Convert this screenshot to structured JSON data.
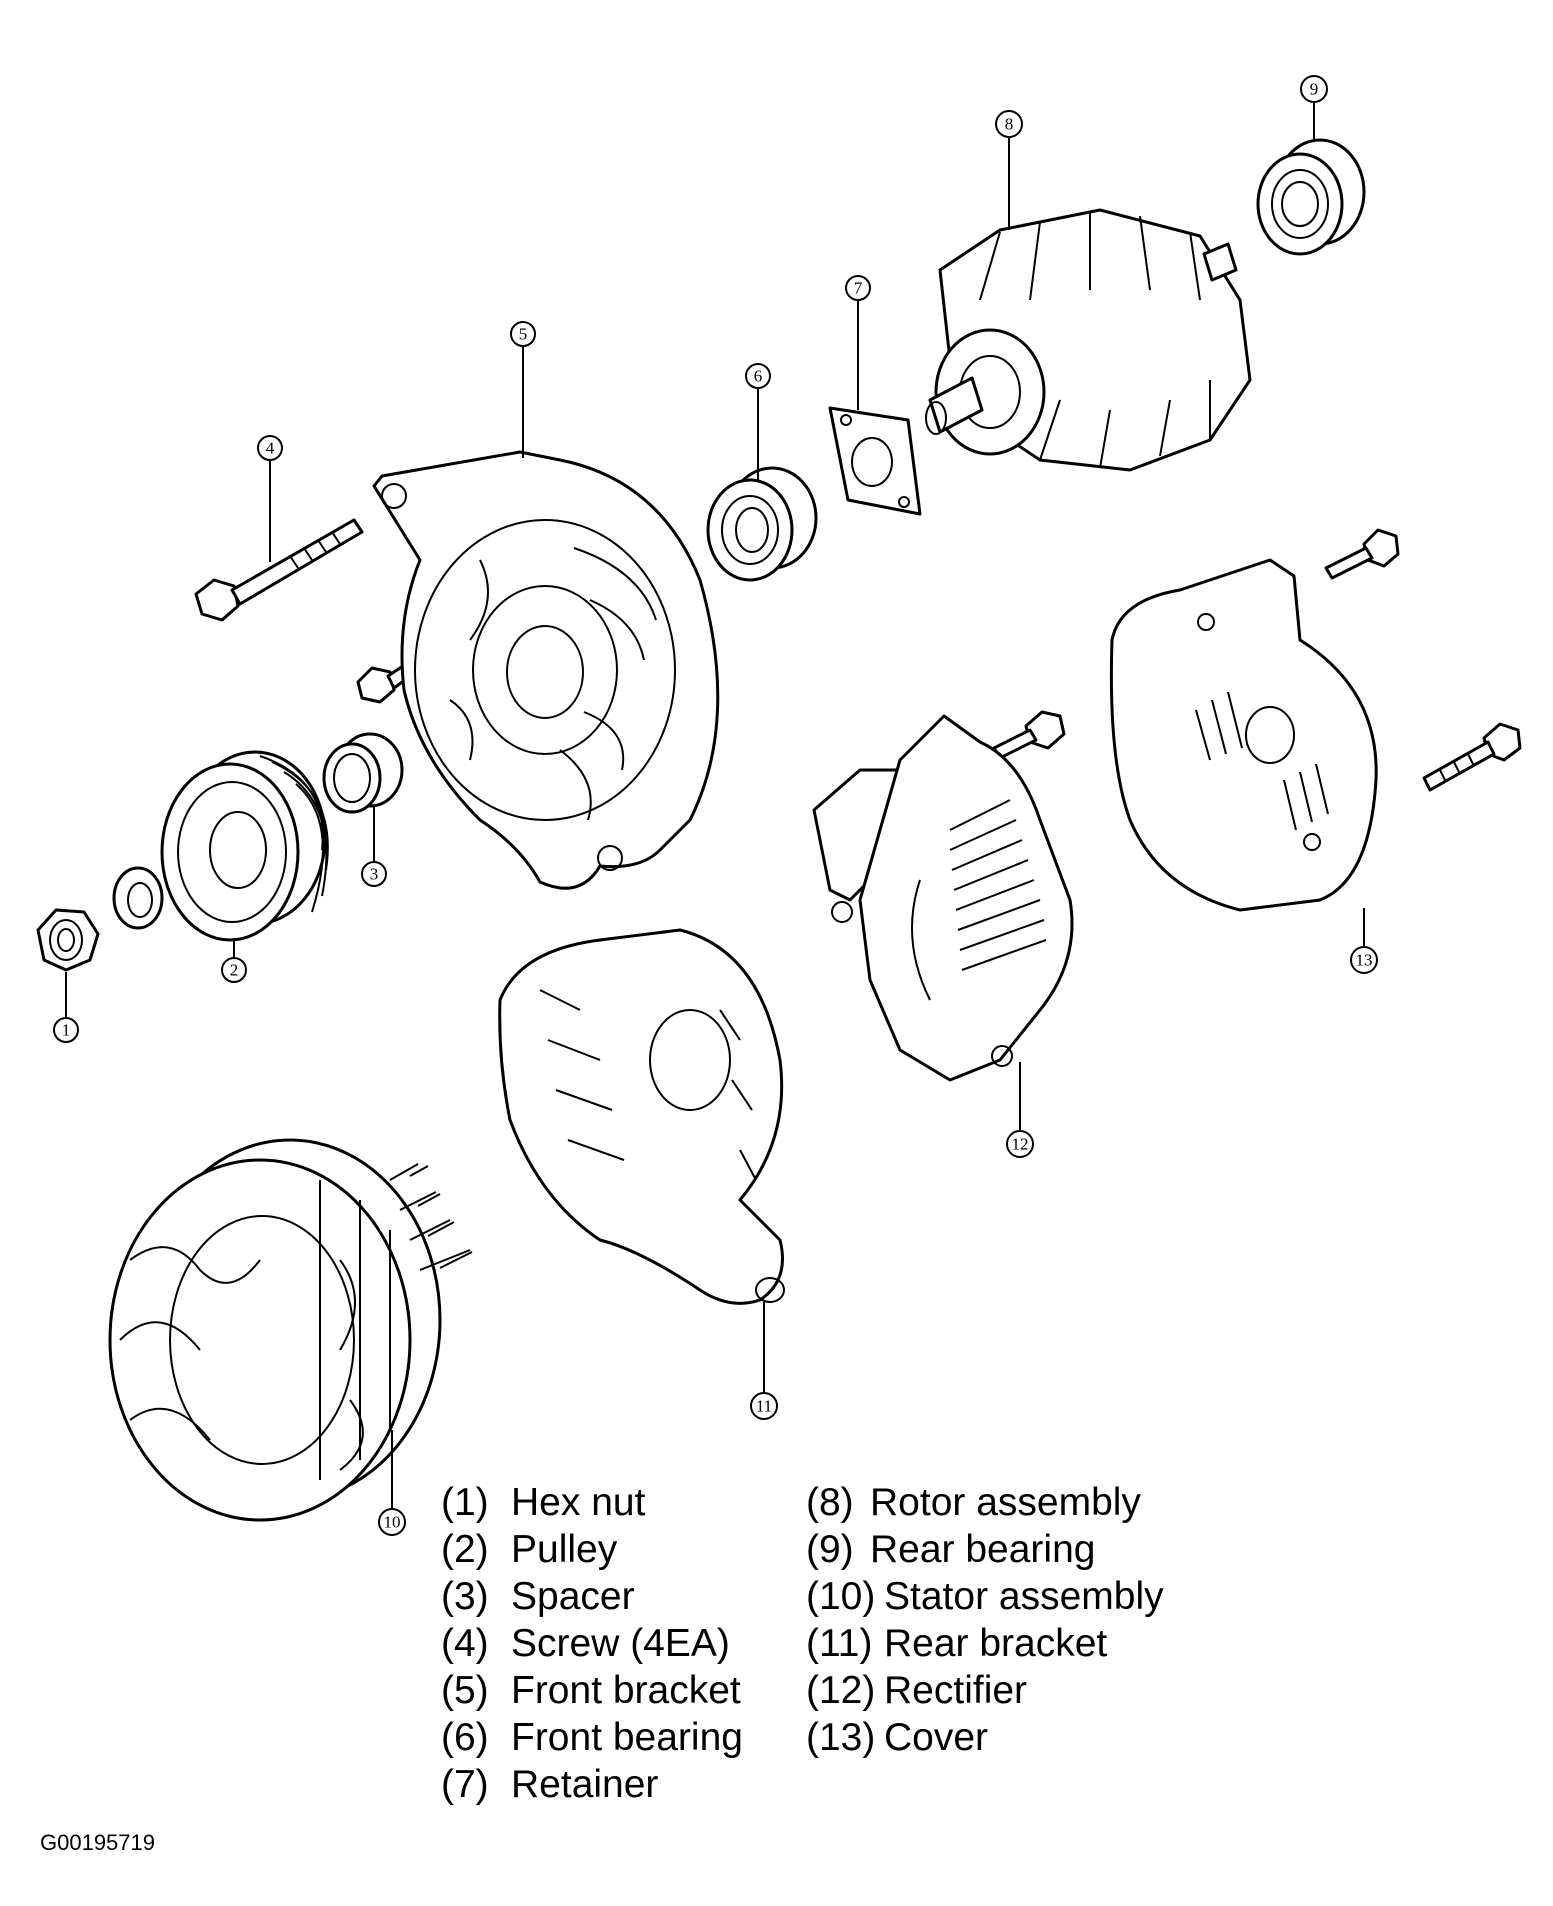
{
  "callouts": [
    {
      "id": 1,
      "label": "①"
    },
    {
      "id": 2,
      "label": "②"
    },
    {
      "id": 3,
      "label": "③"
    },
    {
      "id": 4,
      "label": "④"
    },
    {
      "id": 5,
      "label": "⑤"
    },
    {
      "id": 6,
      "label": "⑥"
    },
    {
      "id": 7,
      "label": "⑦"
    },
    {
      "id": 8,
      "label": "⑧"
    },
    {
      "id": 9,
      "label": "⑨"
    },
    {
      "id": 10,
      "label": "⑩"
    },
    {
      "id": 11,
      "label": "⑪"
    },
    {
      "id": 12,
      "label": "⑫"
    },
    {
      "id": 13,
      "label": "⑬"
    }
  ],
  "legend": {
    "left": [
      {
        "num": "(1)",
        "name": "Hex nut"
      },
      {
        "num": "(2)",
        "name": "Pulley"
      },
      {
        "num": "(3)",
        "name": "Spacer"
      },
      {
        "num": "(4)",
        "name": "Screw (4EA)"
      },
      {
        "num": "(5)",
        "name": "Front bracket"
      },
      {
        "num": "(6)",
        "name": "Front bearing"
      },
      {
        "num": "(7)",
        "name": "Retainer"
      }
    ],
    "right": [
      {
        "num": "(8)",
        "name": "Rotor assembly"
      },
      {
        "num": "(9)",
        "name": "Rear bearing"
      },
      {
        "num": "(10)",
        "name": "Stator assembly"
      },
      {
        "num": "(11)",
        "name": "Rear bracket"
      },
      {
        "num": "(12)",
        "name": "Rectifier"
      },
      {
        "num": "(13)",
        "name": "Cover"
      }
    ]
  },
  "figure_id": "G00195719"
}
